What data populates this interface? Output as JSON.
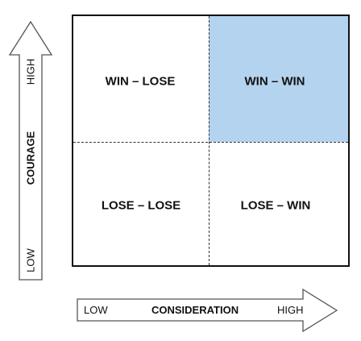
{
  "diagram": {
    "quadrants": {
      "top_left": "WIN – LOSE",
      "top_right": "WIN – WIN",
      "bottom_left": "LOSE – LOSE",
      "bottom_right": "LOSE – WIN"
    },
    "highlight_color": "#b4d3ee",
    "y_axis": {
      "title": "COURAGE",
      "low": "LOW",
      "high": "HIGH"
    },
    "x_axis": {
      "title": "CONSIDERATION",
      "low": "LOW",
      "high": "HIGH"
    }
  }
}
